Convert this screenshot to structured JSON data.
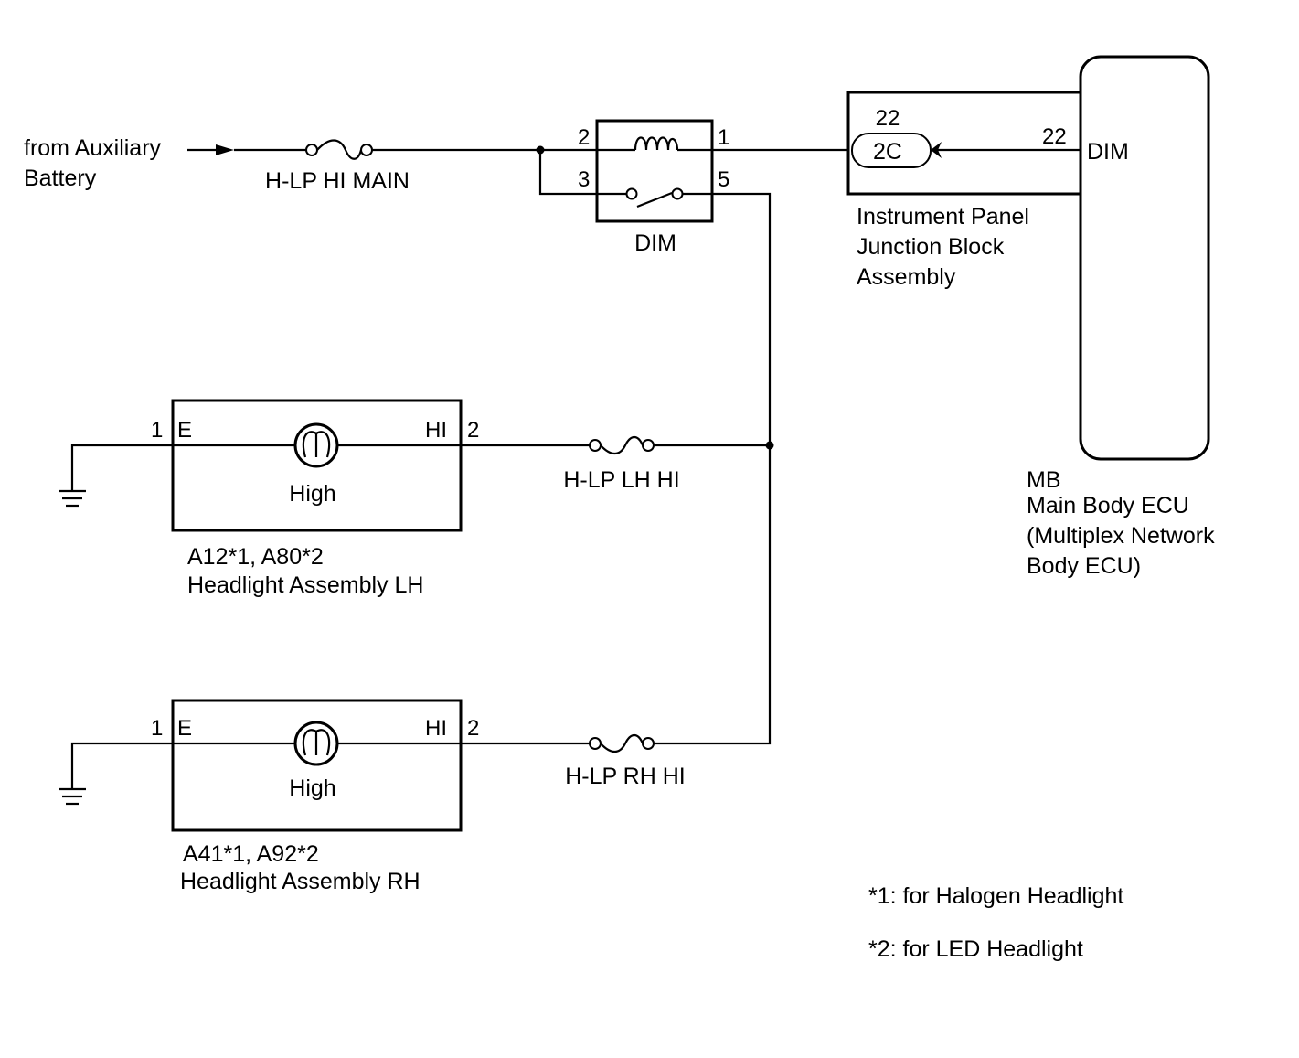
{
  "source": {
    "label_line1": "from Auxiliary",
    "label_line2": "Battery"
  },
  "fuses": {
    "main": "H-LP HI MAIN",
    "lh": "H-LP LH HI",
    "rh": "H-LP RH HI"
  },
  "dim_relay": {
    "name": "DIM",
    "pins": {
      "p2": "2",
      "p3": "3",
      "p1": "1",
      "p5": "5"
    }
  },
  "junction_block": {
    "connector": "2C",
    "pin": "22",
    "name_line1": "Instrument Panel",
    "name_line2": "Junction Block",
    "name_line3": "Assembly"
  },
  "ecu": {
    "pin": "22",
    "terminal": "DIM",
    "code": "MB",
    "name_line1": "Main Body ECU",
    "name_line2": "(Multiplex Network",
    "name_line3": "Body ECU)"
  },
  "headlight_lh": {
    "pin_left": "1",
    "term_left": "E",
    "term_right": "HI",
    "pin_right": "2",
    "bulb": "High",
    "code": "A12*1, A80*2",
    "name": "Headlight Assembly LH"
  },
  "headlight_rh": {
    "pin_left": "1",
    "term_left": "E",
    "term_right": "HI",
    "pin_right": "2",
    "bulb": "High",
    "code": "A41*1, A92*2",
    "name": "Headlight Assembly RH"
  },
  "notes": {
    "n1": "*1: for Halogen Headlight",
    "n2": "*2: for LED Headlight"
  }
}
